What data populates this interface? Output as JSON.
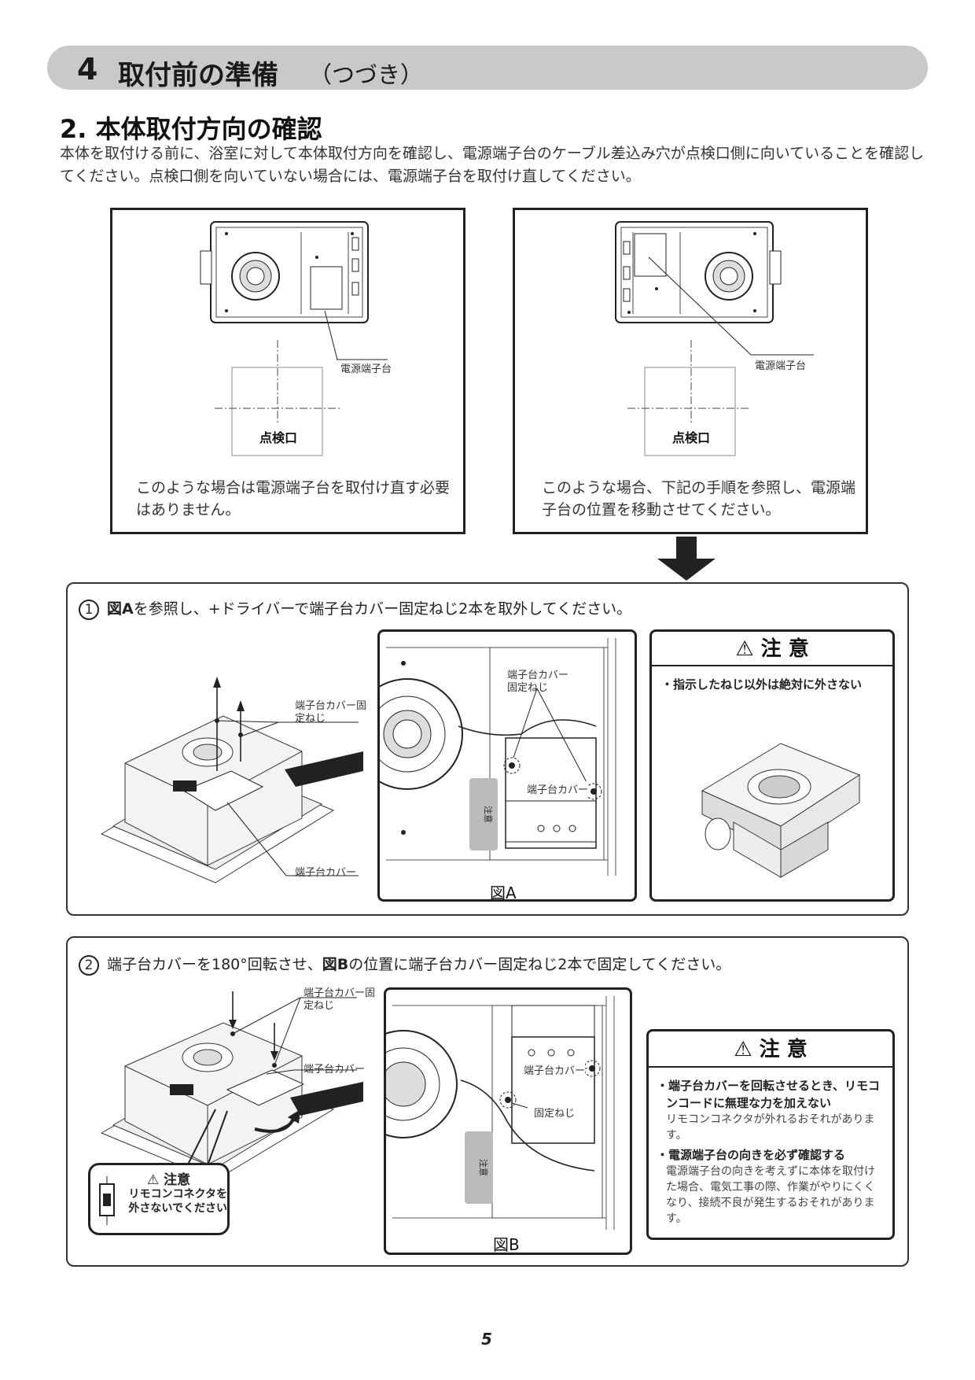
{
  "header": {
    "number": "4",
    "title": "取付前の準備",
    "subtitle": "（つづき）"
  },
  "section": {
    "title": "2. 本体取付方向の確認",
    "intro": "本体を取付ける前に、浴室に対して本体取付方向を確認し、電源端子台のケーブル差込み穴が点検口側に向いていることを確認してください。点検口側を向いていない場合には、電源端子台を取付け直してください。"
  },
  "cases": [
    {
      "terminal_label": "電源端子台",
      "inspection_label": "点検口",
      "caption": "このような場合は電源端子台を取付け直す必要はありません。"
    },
    {
      "terminal_label": "電源端子台",
      "inspection_label": "点検口",
      "caption": "このような場合、下記の手順を参照し、電源端子台の位置を移動させてください。"
    }
  ],
  "step1": {
    "number": "1",
    "text_ref": "図A",
    "text": "を参照し、+ドライバーで端子台カバー固定ねじ2本を取外してください。",
    "label_screws": "端子台カバー固定ねじ",
    "label_cover": "端子台カバー",
    "fig_label_screws": "端子台カバー固定ねじ",
    "fig_label_cover": "端子台カバー",
    "fig_caption": "図A",
    "caution_sticker": "注意",
    "caution_title": "注 意",
    "caution_items": [
      {
        "bold": "・指示したねじ以外は絶対に外さない"
      }
    ]
  },
  "step2": {
    "number": "2",
    "text_pre": "端子台カバーを180°回転させ、",
    "text_ref": "図B",
    "text_post": "の位置に端子台カバー固定ねじ2本で固定してください。",
    "label_screws": "端子台カバー固定ねじ",
    "label_cover": "端子台カバー",
    "fig_label_cover": "端子台カバー",
    "fig_label_screw": "固定ねじ",
    "fig_caption": "図B",
    "callout_title": "注意",
    "callout_text": "リモコンコネクタを外さないでください",
    "caution_title": "注 意",
    "caution_items": [
      {
        "bold": "・端子台カバーを回転させるとき、リモコンコードに無理な力を加えない",
        "normal": "リモコンコネクタが外れるおそれがあります。"
      },
      {
        "bold": "・電源端子台の向きを必ず確認する",
        "normal": "電源端子台の向きを考えずに本体を取付けた場合、電気工事の際、作業がやりにくくなり、接続不良が発生するおそれがあります。"
      }
    ]
  },
  "page_number": "5"
}
